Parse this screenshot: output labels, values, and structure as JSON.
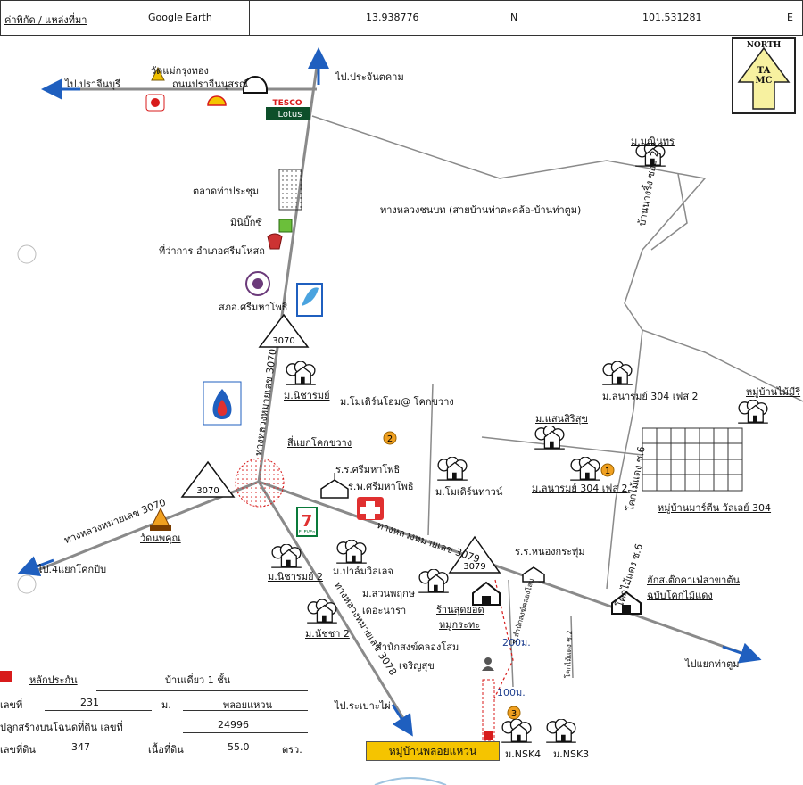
{
  "header": {
    "coord_label": "ค่าพิกัด / แหล่งที่มา",
    "source": "Google Earth",
    "latitude": "13.938776",
    "lat_dir": "N",
    "longitude": "101.531281",
    "lon_dir": "E"
  },
  "north_arrow": {
    "line1": "NORTH",
    "line2": "TAMC"
  },
  "direction_labels": {
    "to_prachinburi": "ไป.ปราจีนบุรี",
    "to_prachantakham": "ไป.ประจันตคาม",
    "to_4_khok_pip": "ไป.4แยกโคกปีบ",
    "to_rabao_phai": "ไป.ระเบาะไผ่",
    "to_yaek_tha_tum": "ไปแยกท่าตูม"
  },
  "places": {
    "wat_mae": "วัดแม่กรุงทอง",
    "road_prachin": "ถนนปราจีนนุสรณ์",
    "market": "ตลาดท่าประชุม",
    "minibigc": "มินิบิ๊กซี",
    "district_office": "ที่ว่าการ อำเภอศรีมโหสถ",
    "police": "สภอ.ศรีมหาโพธิ",
    "rural_road": "ทางหลวงชนบท (สายบ้านท่าตะคล้อ-บ้านท่าตูม)",
    "m_manintorn": "ม.มณินทร",
    "ban_nang_ring": "บ้านนางริ้ง ซอย 2",
    "m_nicharom": "ม.นิชารมย์",
    "m_modern_home": "ม.โมเดิร์นโฮม@ โคกขวาง",
    "m_lanarom_304": "ม.ลนารมย์ 304 เฟส 2",
    "m_maimsee": "หมู่บ้านไม้มีรี",
    "m_saensirisuk": "ม.แสนสิริสุข",
    "intersection": "สี่แยกโคกขวาง",
    "school_srimaha": "ร.ร.ศรีมหาโพธิ",
    "hospital": "ร.พ.ศรีมหาโพธิ",
    "m_modern_town": "ม.โมเดิร์นทาวน์",
    "m_lanarom_304_2": "ม.ลนารมย์ 304 เฟส 2",
    "m_martin": "หมู่บ้านมาร์ตีน วัลเลย์ 304",
    "khok_mai_daeng": "โคกไม้แดง ซ.6",
    "wat_phakhun": "วัดนพคุณ",
    "road_3079": "ทางหลวงหมายเลข 3079",
    "school_nong_krathum": "ร.ร.หนองกระทุ่ม",
    "m_nicharom2": "ม.นิชารมย์ 2",
    "m_palm": "ม.ปาล์มวิลเลจ",
    "m_suan": "ม.สวนพฤกษ",
    "the_nara": "เดอะนารา",
    "shop": "ร้านสุดยอด",
    "mu_kratha": "หมูกระทะ",
    "monastery": "สำนักสงฆ์คลองโสม",
    "charoensuk": "เจริญสุข",
    "road_3078": "ทางหลวงหมายเลข 3078",
    "road_3070": "ทางหลวงหมายเลข 3070",
    "road_3070_left": "ทางหลวงหมายเลข 3070",
    "m_natcha2": "ม.นัชชา 2",
    "cafe": "ฮักสเต๊กคาเฟ่สาขาต้น",
    "cafe2": "ฉบับโคกไม้แดง",
    "m_nsk4": "ม.NSK4",
    "m_nsk3": "ม.NSK3",
    "dist_200": "200ม.",
    "dist_100": "100ม.",
    "side_road_label": "ซ.สำนักสงฆ์คลองโสม",
    "khok_mai_daeng2": "โคกไม้แดง ซ.2",
    "khok_mai_daeng6": "โคกไม้แดง ซ.6"
  },
  "highway_shields": [
    {
      "number": "3070"
    },
    {
      "number": "3070"
    },
    {
      "number": "3079"
    }
  ],
  "markers": [
    "1",
    "2",
    "3"
  ],
  "logos": {
    "tesco": "TESCO",
    "lotus": "Lotus",
    "shell": "Shell",
    "seven": "7",
    "seven_sub": "ELEVEn"
  },
  "legend": {
    "collateral": "หลักประกัน",
    "house_type": "บ้านเดี่ยว 1 ชั้น",
    "house_no_label": "เลขที่",
    "house_no": "231",
    "moo_label": "ม.",
    "moo_value": "พลอยแหวน",
    "deed_label": "ปลูกสร้างบนโฉนดที่ดิน เลขที่",
    "deed_no": "24996",
    "land_no_label": "เลขที่ดิน",
    "land_no": "347",
    "area_label": "เนื้อที่ดิน",
    "area": "55.0",
    "area_unit": "ตรว."
  },
  "village_name": "หมู่บ้านพลอยแหวน",
  "colors": {
    "arrow": "#1f5fbf",
    "road": "#8a8a8a",
    "marker": "#f0a020",
    "shield_bg": "#ffffff",
    "target": "#d81b1b"
  }
}
